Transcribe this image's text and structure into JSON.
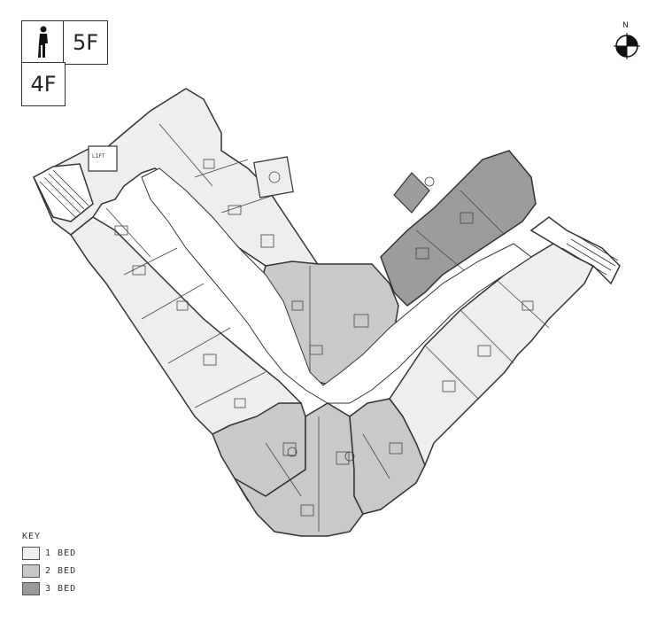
{
  "floor_selector": {
    "upper_label": "5F",
    "lower_label": "4F"
  },
  "compass": {
    "north_label": "N"
  },
  "key": {
    "title": "KEY",
    "items": [
      {
        "label": "1 BED",
        "color": "#f0f0f0"
      },
      {
        "label": "2 BED",
        "color": "#c8c8c8"
      },
      {
        "label": "3 BED",
        "color": "#9a9a9a"
      }
    ]
  },
  "plan": {
    "lift_label": "LIFT",
    "colors": {
      "one_bed": "#eeeeee",
      "two_bed": "#c9c9c9",
      "three_bed": "#9c9c9c",
      "wall": "#333333",
      "dimension_text": "#d03a2a"
    }
  }
}
